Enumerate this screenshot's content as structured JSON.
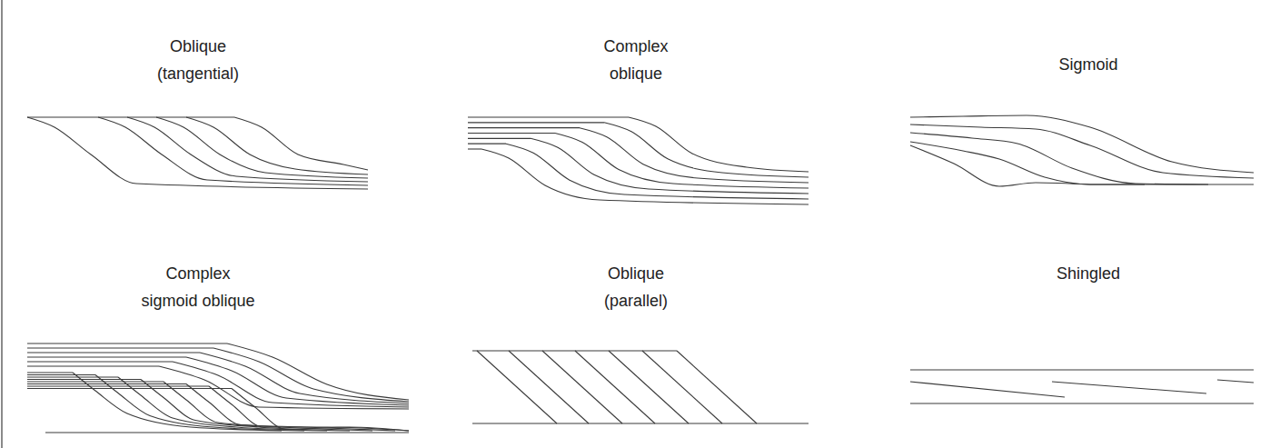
{
  "diagram": {
    "labels": [
      "Oblique (tangential)",
      "Complex oblique",
      "Sigmoid",
      "Complex sigmoid oblique",
      "Oblique (parallel)",
      "Shingled"
    ]
  }
}
